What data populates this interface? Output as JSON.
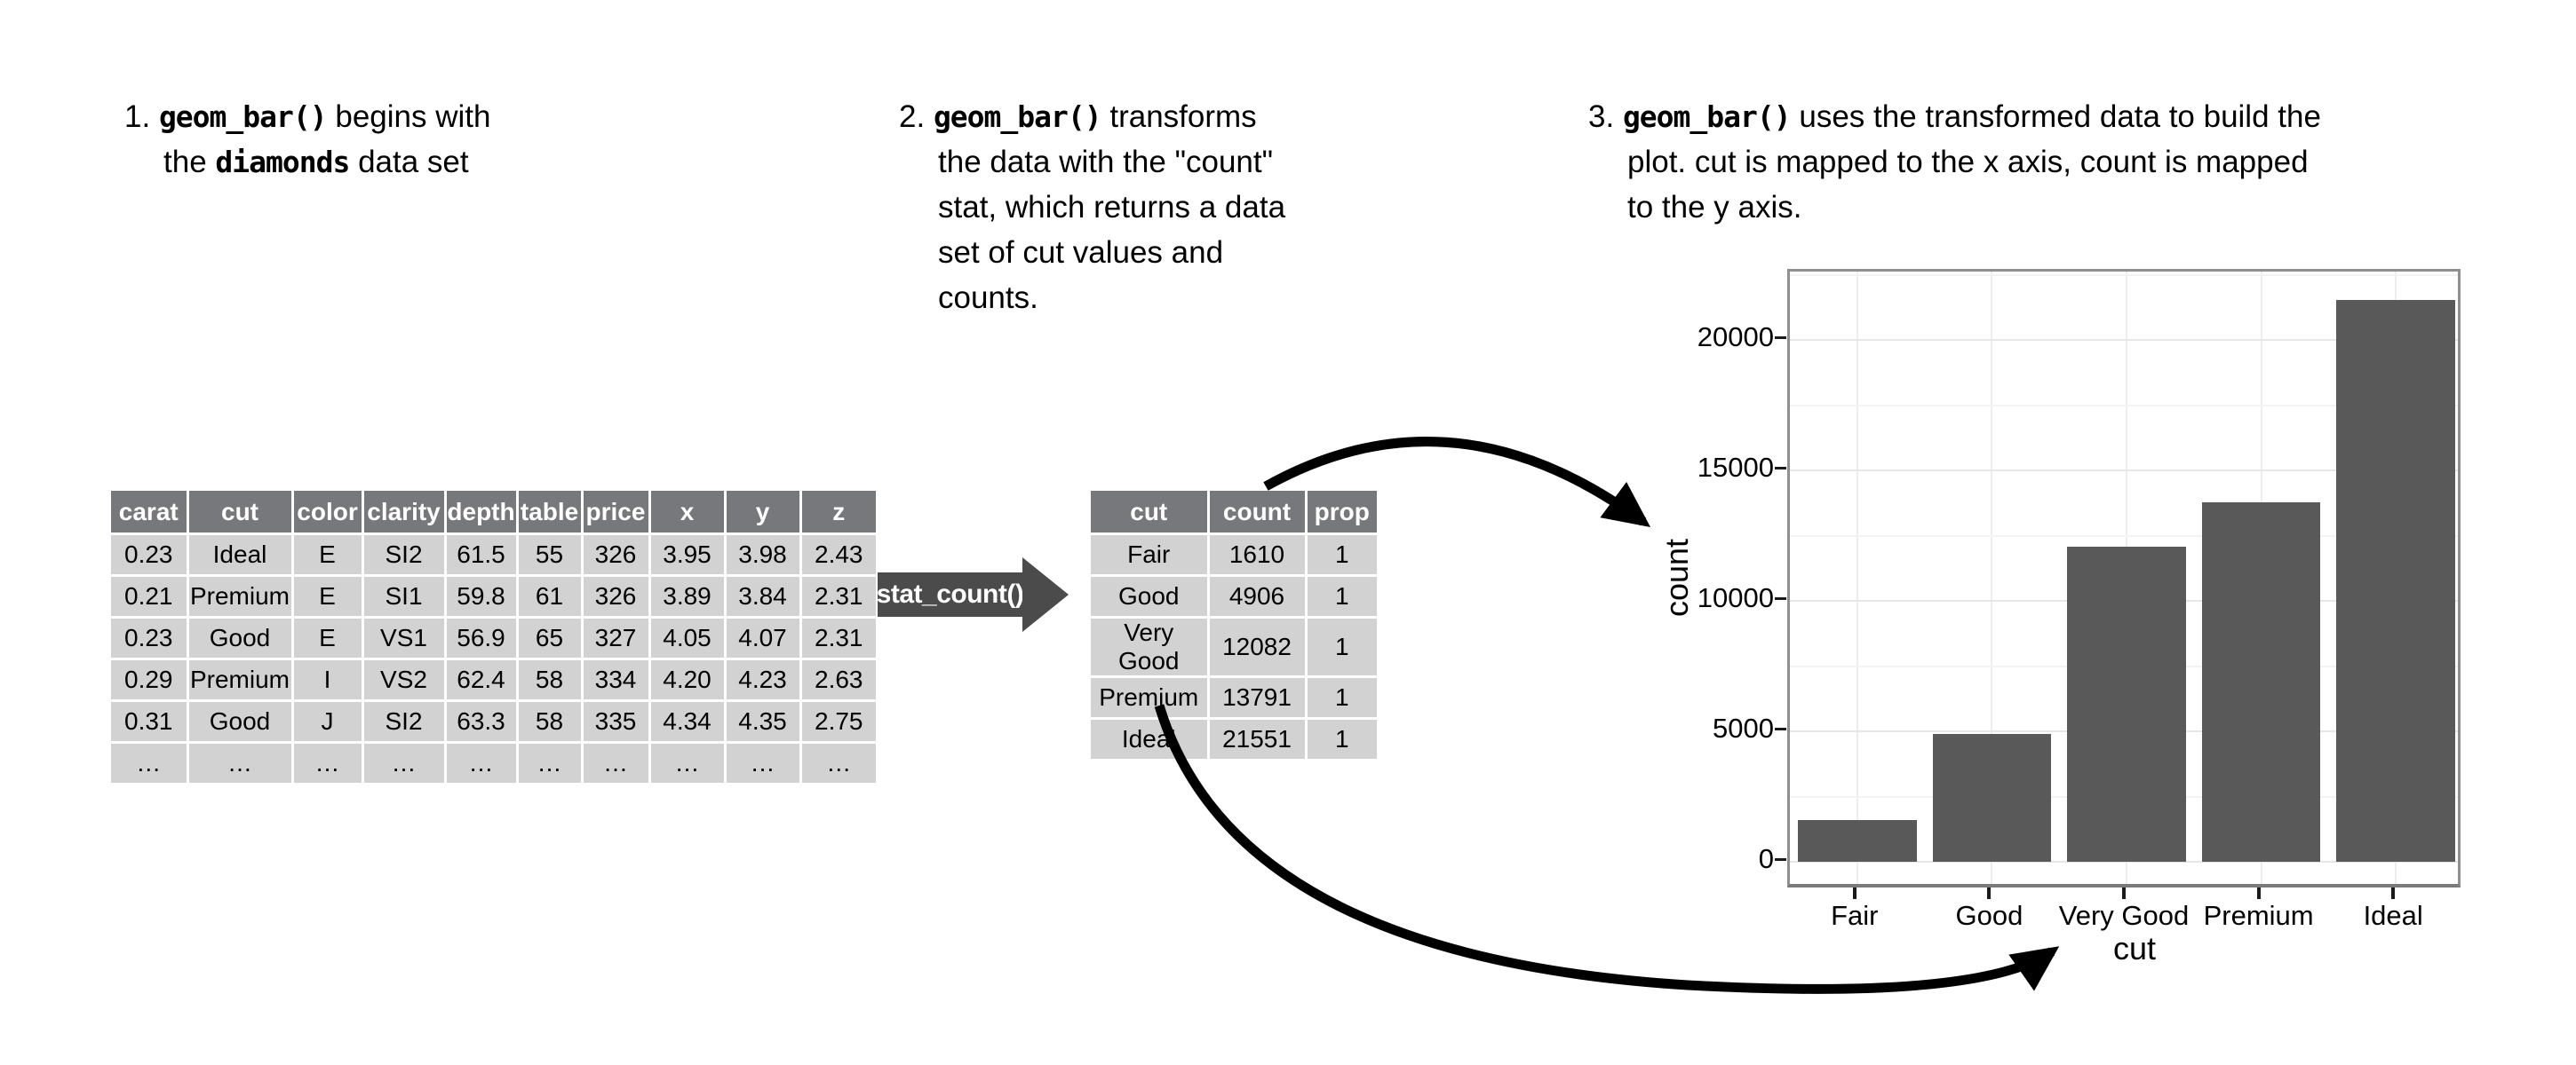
{
  "annotations": {
    "step1": {
      "number": "1.",
      "code1": "geom_bar()",
      "rest1": " begins with",
      "pre2": "the ",
      "code2": "diamonds",
      "rest2": " data set"
    },
    "step2": {
      "number": "2.",
      "code1": "geom_bar()",
      "rest1": " transforms",
      "line2": "the data with the \"count\"",
      "line3": "stat, which returns a data",
      "line4": "set of cut values and",
      "line5": "counts."
    },
    "step3": {
      "number": "3.",
      "code1": "geom_bar()",
      "rest1": " uses the transformed data to build the",
      "line2": "plot. cut is mapped to the x axis, count is mapped",
      "line3": "to the y axis."
    }
  },
  "tables": {
    "diamonds": {
      "headers": [
        "carat",
        "cut",
        "color",
        "clarity",
        "depth",
        "table",
        "price",
        "x",
        "y",
        "z"
      ],
      "rows": [
        [
          "0.23",
          "Ideal",
          "E",
          "SI2",
          "61.5",
          "55",
          "326",
          "3.95",
          "3.98",
          "2.43"
        ],
        [
          "0.21",
          "Premium",
          "E",
          "SI1",
          "59.8",
          "61",
          "326",
          "3.89",
          "3.84",
          "2.31"
        ],
        [
          "0.23",
          "Good",
          "E",
          "VS1",
          "56.9",
          "65",
          "327",
          "4.05",
          "4.07",
          "2.31"
        ],
        [
          "0.29",
          "Premium",
          "I",
          "VS2",
          "62.4",
          "58",
          "334",
          "4.20",
          "4.23",
          "2.63"
        ],
        [
          "0.31",
          "Good",
          "J",
          "SI2",
          "63.3",
          "58",
          "335",
          "4.34",
          "4.35",
          "2.75"
        ],
        [
          "…",
          "…",
          "…",
          "…",
          "…",
          "…",
          "…",
          "…",
          "…",
          "…"
        ]
      ]
    },
    "counts": {
      "headers": [
        "cut",
        "count",
        "prop"
      ],
      "rows": [
        [
          "Fair",
          "1610",
          "1"
        ],
        [
          "Good",
          "4906",
          "1"
        ],
        [
          "Very Good",
          "12082",
          "1"
        ],
        [
          "Premium",
          "13791",
          "1"
        ],
        [
          "Ideal",
          "21551",
          "1"
        ]
      ]
    }
  },
  "stat_arrow": {
    "label": "stat_count()"
  },
  "chart_data": {
    "type": "bar",
    "title": "",
    "categories": [
      "Fair",
      "Good",
      "Very Good",
      "Premium",
      "Ideal"
    ],
    "values": [
      1610,
      4906,
      12082,
      13791,
      21551
    ],
    "xlabel": "cut",
    "ylabel": "count",
    "yticks": [
      0,
      5000,
      10000,
      15000,
      20000
    ],
    "ylim": [
      -1078,
      22629
    ],
    "grid": "horizontal major+minor, vertical major at categories",
    "legend": "none",
    "bar_color": "#595959"
  },
  "colors": {
    "bar": "#595959",
    "table_header_bg": "#76787c",
    "table_cell_bg": "#d2d2d2",
    "stat_arrow_bg": "#4b4b4b",
    "flow_arrow": "#000000",
    "panel_border": "#8f8f8f",
    "grid_major": "#e7e7e7",
    "grid_minor": "#f3f3f3"
  }
}
